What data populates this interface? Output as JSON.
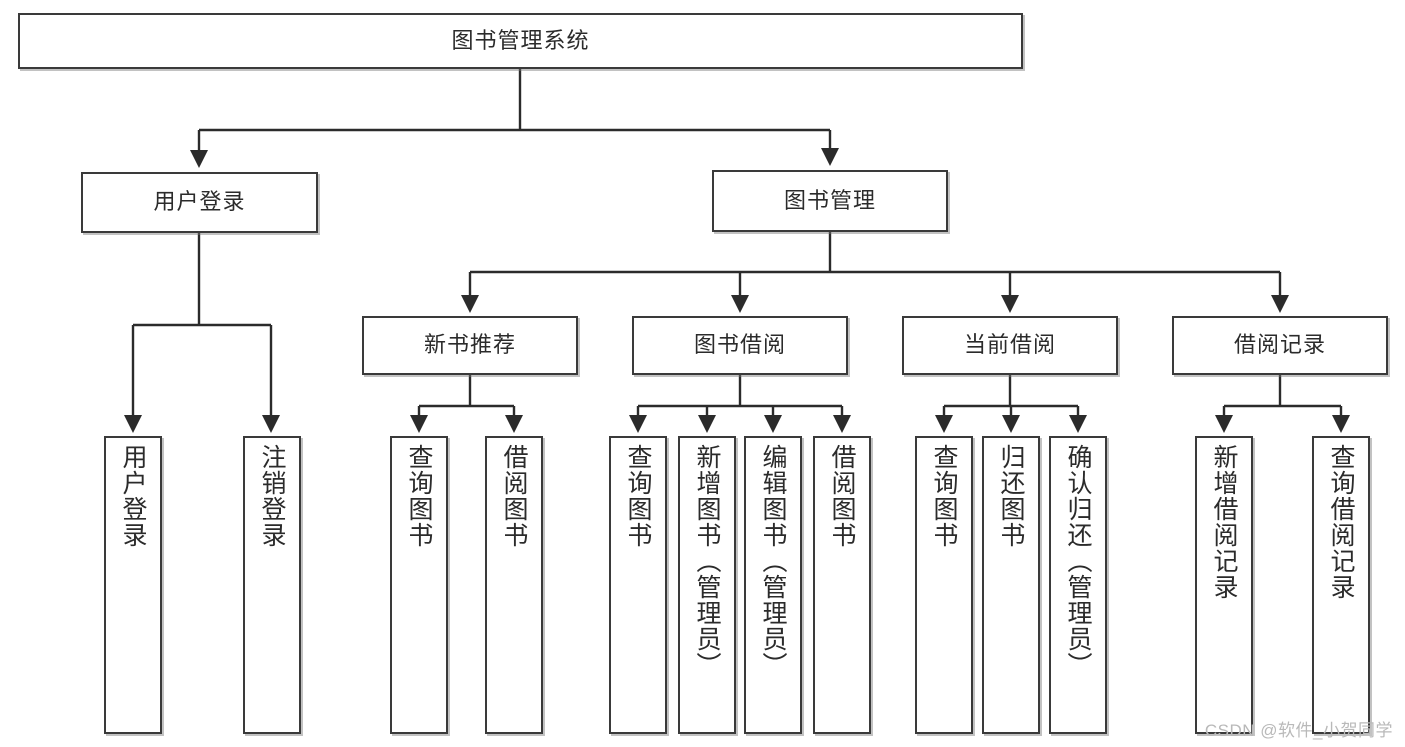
{
  "diagram": {
    "title_node": {
      "label": "图书管理系统"
    },
    "level2": [
      {
        "id": "user-login",
        "label": "用户登录"
      },
      {
        "id": "book-management",
        "label": "图书管理"
      }
    ],
    "level3": [
      {
        "id": "new-book-recommend",
        "label": "新书推荐"
      },
      {
        "id": "book-borrow",
        "label": "图书借阅"
      },
      {
        "id": "current-borrow",
        "label": "当前借阅"
      },
      {
        "id": "borrow-record",
        "label": "借阅记录"
      }
    ],
    "leaves": {
      "user_login": [
        {
          "id": "leaf-user-login",
          "label": "用户登录"
        },
        {
          "id": "leaf-logout-login",
          "label": "注销登录"
        }
      ],
      "new_book_recommend": [
        {
          "id": "leaf-query-book-1",
          "label": "查询图书"
        },
        {
          "id": "leaf-borrow-book-1",
          "label": "借阅图书"
        }
      ],
      "book_borrow": [
        {
          "id": "leaf-query-book-2",
          "label": "查询图书"
        },
        {
          "id": "leaf-add-book",
          "label": "新增图书（管理员）"
        },
        {
          "id": "leaf-edit-book",
          "label": "编辑图书（管理员）"
        },
        {
          "id": "leaf-borrow-book-2",
          "label": "借阅图书"
        }
      ],
      "current_borrow": [
        {
          "id": "leaf-query-book-3",
          "label": "查询图书"
        },
        {
          "id": "leaf-return-book",
          "label": "归还图书"
        },
        {
          "id": "leaf-confirm-return",
          "label": "确认归还（管理员）"
        }
      ],
      "borrow_record": [
        {
          "id": "leaf-add-record",
          "label": "新增借阅记录"
        },
        {
          "id": "leaf-query-record",
          "label": "查询借阅记录"
        }
      ]
    }
  },
  "watermark": {
    "text": "CSDN @软件_小贺同学"
  }
}
